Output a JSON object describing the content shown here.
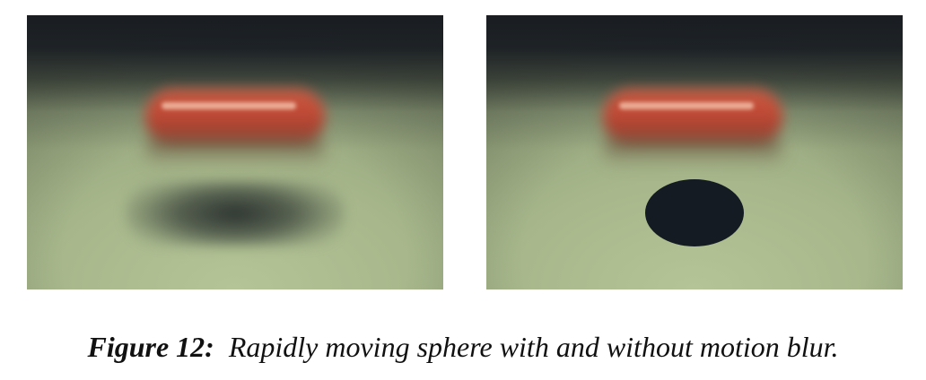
{
  "figure": {
    "label": "Figure 12:",
    "caption": "Rapidly moving sphere with and without motion blur."
  },
  "panels": [
    {
      "id": "left",
      "shadow_style": "motion-blurred"
    },
    {
      "id": "right",
      "shadow_style": "sharp"
    }
  ],
  "colors": {
    "sphere": "#c34b36",
    "floor": "#b4c496",
    "sky": "#141820",
    "sharp_shadow": "#151b23"
  }
}
